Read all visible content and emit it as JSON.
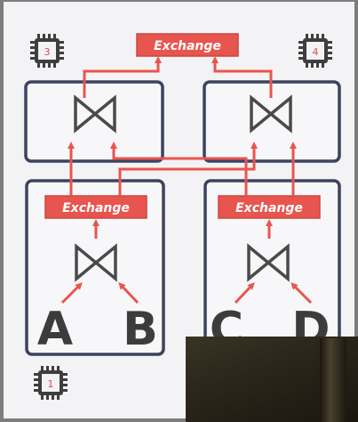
{
  "colors": {
    "accent_red": "#e8554e",
    "box_border": "#3d4260",
    "relation_text": "#3c3c3c",
    "panel_bg": "#f3f2f4"
  },
  "top_exchange": {
    "label": "Exchange"
  },
  "left_exchange": {
    "label": "Exchange"
  },
  "right_exchange": {
    "label": "Exchange"
  },
  "relations": {
    "a": "A",
    "b": "B",
    "c": "C",
    "d": "D"
  },
  "chips": {
    "node3": "3",
    "node4": "4",
    "node1": "1"
  },
  "icons": {
    "join_operator": "bowtie-join-icon",
    "processor": "cpu-chip-icon"
  }
}
